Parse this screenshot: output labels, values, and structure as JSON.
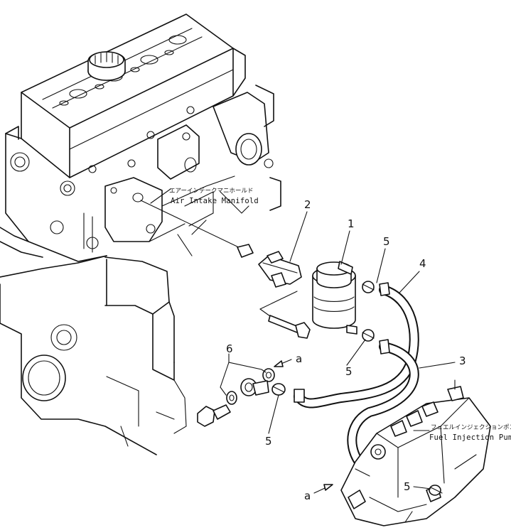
{
  "labels": {
    "air_intake_manifold_jp": "エアーインテークマニホールド",
    "air_intake_manifold_en": "Air Intake Manifold",
    "fuel_injection_pump_jp": "フュエルインジェクションポンプ",
    "fuel_injection_pump_en": "Fuel Injection Pump"
  },
  "callouts": {
    "c1": "1",
    "c2": "2",
    "c3": "3",
    "c4": "4",
    "c5a": "5",
    "c5b": "5",
    "c5c": "5",
    "c5d": "5",
    "c6": "6",
    "a_top": "a",
    "a_bottom": "a"
  }
}
